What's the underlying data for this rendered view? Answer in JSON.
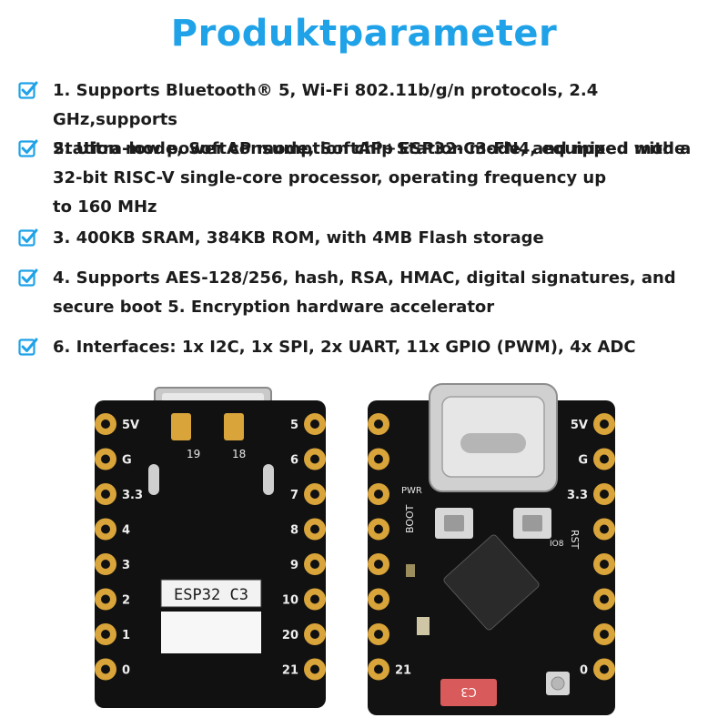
{
  "title": "Produktparameter",
  "features": [
    {
      "lines": [
        "1. Supports Bluetooth® 5, Wi-Fi 802.11b/g/n protocols, 2.4 GHz,supports",
        "Station mode, SoftAP mode, SoftAP+Station mode, and mixed mode"
      ]
    },
    {
      "lines": [
        "2. Ultra-low power consumption chip ESP32-C3-FN4, equipped with a",
        "32-bit RISC-V single-core processor, operating frequency up",
        "to 160 MHz"
      ]
    },
    {
      "lines": [
        "3. 400KB SRAM, 384KB ROM, with 4MB Flash storage"
      ]
    },
    {
      "lines": [
        "4. Supports AES-128/256, hash, RSA, HMAC, digital signatures, and",
        "secure boot 5. Encryption hardware accelerator"
      ]
    },
    {
      "lines": [
        "6. Interfaces: 1x I2C, 1x SPI, 2x UART, 11x GPIO (PWM), 4x ADC"
      ]
    }
  ],
  "icons": {
    "check": "checkbox-check-icon"
  },
  "colors": {
    "accent": "#1fa2e8",
    "board": "#111111",
    "gold": "#d9a43a"
  },
  "back_board": {
    "left_pins": [
      "5V",
      "G",
      "3.3",
      "4",
      "3",
      "2",
      "1",
      "0"
    ],
    "right_pins": [
      "5",
      "6",
      "7",
      "8",
      "9",
      "10",
      "20",
      "21"
    ],
    "pads": [
      "19",
      "18"
    ],
    "label": "ESP32 C3"
  },
  "front_board": {
    "left_pins": [
      "",
      "",
      "",
      "",
      "",
      "",
      "",
      "21"
    ],
    "right_pins": [
      "5V",
      "G",
      "3.3",
      "",
      "",
      "",
      "",
      "0"
    ],
    "buttons": [
      "BOOT",
      "RST"
    ],
    "marks": [
      "PWR",
      "IO8"
    ],
    "antenna_label": "C3"
  }
}
